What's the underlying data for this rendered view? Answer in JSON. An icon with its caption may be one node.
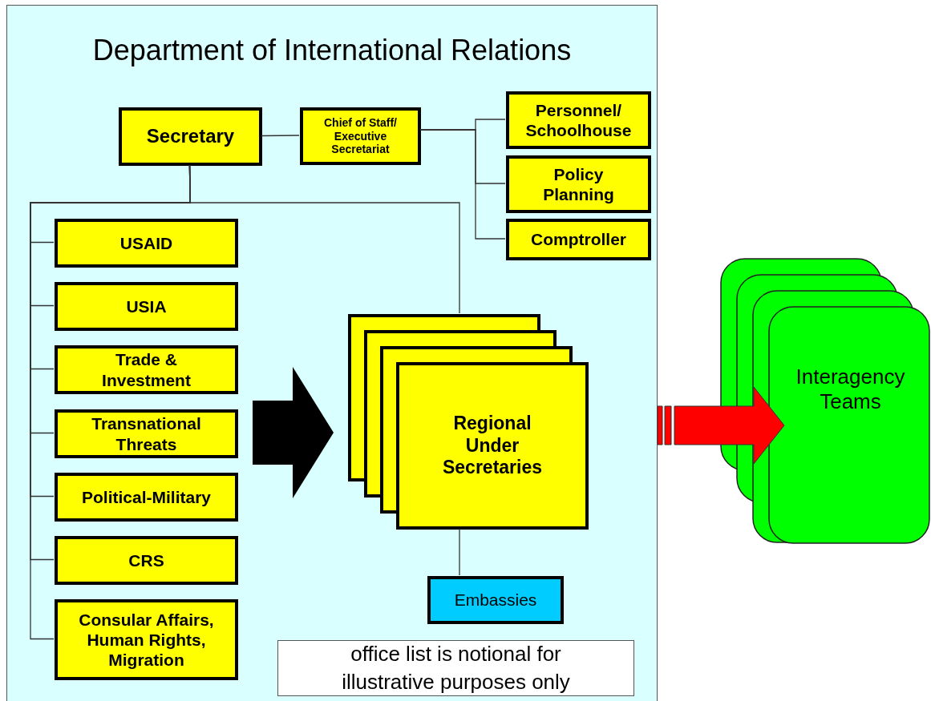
{
  "diagram": {
    "nodes": [
      {
        "text": [
          "Department of International Relations"
        ]
      },
      {
        "text": [
          "Secretary"
        ],
        "in": 0
      },
      {
        "text": [
          "Chief of Staff/ Executive Secretariat"
        ],
        "in": 0
      },
      {
        "text": [
          "Personnel/ Schoolhouse"
        ],
        "in": 0
      },
      {
        "text": [
          "Policy Planning"
        ],
        "in": 0
      },
      {
        "text": [
          "Comptroller"
        ],
        "in": 0
      },
      {
        "text": [
          "USAID"
        ],
        "in": 0
      },
      {
        "text": [
          "USIA"
        ],
        "in": 0
      },
      {
        "text": [
          "Trade & Investment"
        ],
        "in": 0
      },
      {
        "text": [
          "Transnational Threats"
        ],
        "in": 0
      },
      {
        "text": [
          "Political-Military"
        ],
        "in": 0
      },
      {
        "text": [
          "CRS"
        ],
        "in": 0
      },
      {
        "text": [
          "Consular Affairs, Human Rights, Migration"
        ],
        "in": 0
      },
      {
        "text": [
          "Regional Under Secretaries"
        ],
        "in": 0
      },
      {
        "text": [
          "Embassies"
        ],
        "in": 0
      },
      {
        "text": [
          "office list is notional for illustrative purposes only"
        ],
        "in": 0
      },
      {
        "text": [
          "Interagency Teams"
        ]
      }
    ],
    "edges": [
      {
        "from": 1,
        "to": 2,
        "arrow": "none"
      },
      {
        "from": 2,
        "to": 3,
        "arrow": "none"
      },
      {
        "from": 2,
        "to": 4,
        "arrow": "none"
      },
      {
        "from": 2,
        "to": 5,
        "arrow": "none"
      },
      {
        "from": 1,
        "to": 6,
        "arrow": "none"
      },
      {
        "from": 1,
        "to": 7,
        "arrow": "none"
      },
      {
        "from": 1,
        "to": 8,
        "arrow": "none"
      },
      {
        "from": 1,
        "to": 9,
        "arrow": "none"
      },
      {
        "from": 1,
        "to": 10,
        "arrow": "none"
      },
      {
        "from": 1,
        "to": 11,
        "arrow": "none"
      },
      {
        "from": 1,
        "to": 12,
        "arrow": "none"
      },
      {
        "from": 1,
        "to": 13,
        "arrow": "none"
      },
      {
        "from": 13,
        "to": 14,
        "arrow": "none"
      },
      {
        "from": null,
        "to": 13,
        "arrow": "to",
        "style": "thick"
      },
      {
        "from": 0,
        "to": 16,
        "arrow": "to",
        "style": "thick",
        "color": "#ff0000"
      }
    ]
  }
}
